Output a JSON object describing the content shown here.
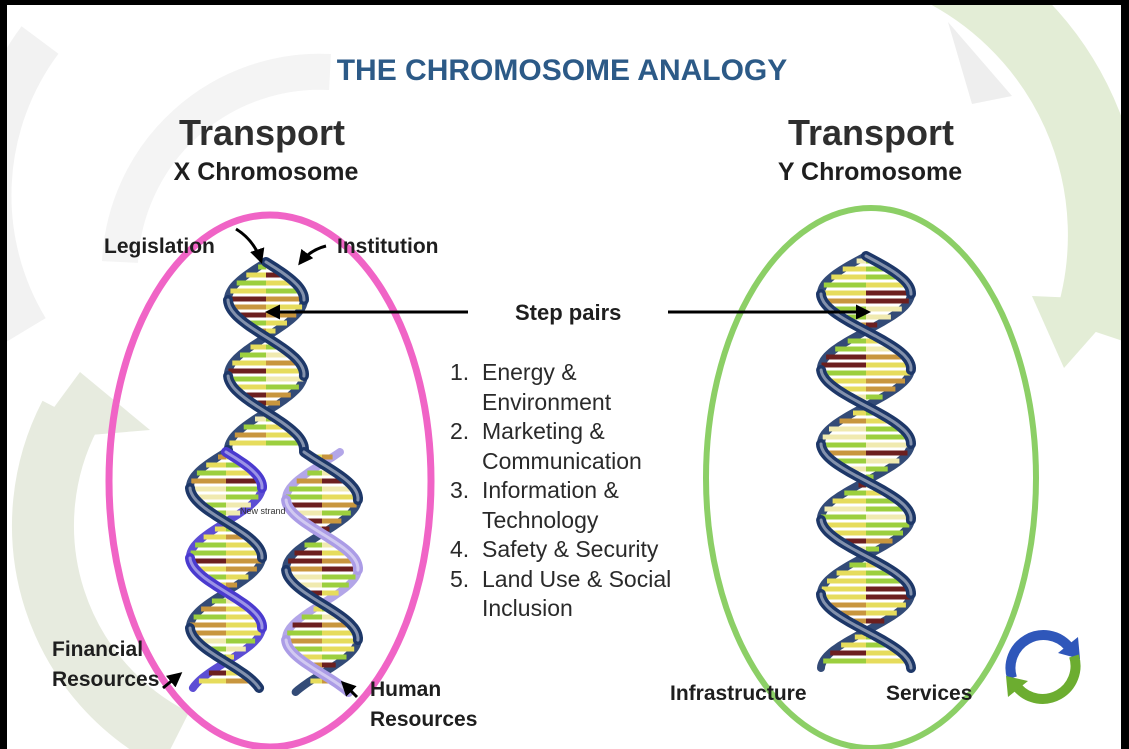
{
  "title": "THE CHROMOSOME ANALOGY",
  "x_chromosome": {
    "heading": "Transport",
    "subheading": "X Chromosome",
    "label_legislation": "Legislation",
    "label_institution": "Institution",
    "label_new_strand": "New strand",
    "label_financial_resources": [
      "Financial",
      "Resources"
    ],
    "label_human_resources": [
      "Human",
      "Resources"
    ]
  },
  "y_chromosome": {
    "heading": "Transport",
    "subheading": "Y Chromosome",
    "label_infrastructure": "Infrastructure",
    "label_services": "Services"
  },
  "step_pairs": {
    "label": "Step pairs",
    "items": [
      {
        "number": "1.",
        "lines": [
          "Energy &",
          "Environment"
        ]
      },
      {
        "number": "2.",
        "lines": [
          "Marketing &",
          "Communication"
        ]
      },
      {
        "number": "3.",
        "lines": [
          "Information &",
          "Technology"
        ]
      },
      {
        "number": "4.",
        "lines": [
          "Safety & Security"
        ]
      },
      {
        "number": "5.",
        "lines": [
          "Land Use & Social",
          "Inclusion"
        ]
      }
    ]
  },
  "icons": {
    "corner": "refresh-icon",
    "background": "recycle-watermark"
  },
  "colors": {
    "title": "#2c5a87",
    "x_outline": "#f064c6",
    "y_outline": "#8ccf66",
    "strand": "#1d3768",
    "new_strand_dark": "#4a3acf",
    "new_strand_light": "#ab9ce6",
    "base_pairs": [
      "#9ccf3e",
      "#e6dc5c",
      "#c8963e",
      "#6c1f1f",
      "#f0eab0"
    ],
    "refresh_blue": "#2f57ba",
    "refresh_green": "#6cad30"
  }
}
